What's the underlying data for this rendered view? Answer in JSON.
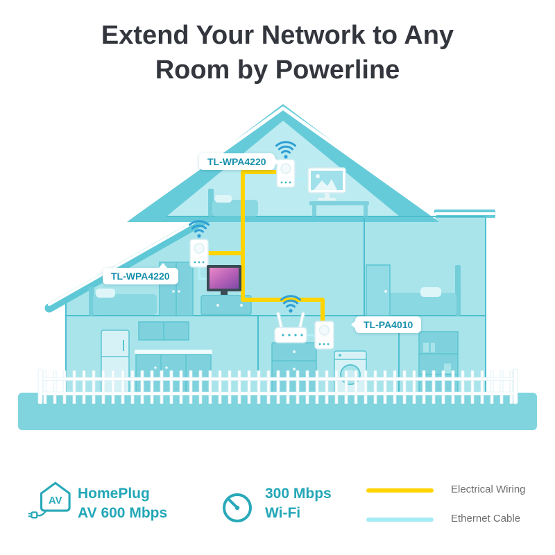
{
  "title": {
    "line1": "Extend Your Network to Any",
    "line2": "Room by Powerline"
  },
  "house": {
    "devices": [
      {
        "id": "attic-extender",
        "label": "TL-WPA4220"
      },
      {
        "id": "second-floor-extender",
        "label": "TL-WPA4220"
      },
      {
        "id": "ground-floor-adapter",
        "label": "TL-PA4010"
      }
    ]
  },
  "legend": {
    "homeplug": {
      "icon": "homeplug-av-icon",
      "icon_text": "AV",
      "line1": "HomePlug",
      "line2": "AV 600 Mbps"
    },
    "wifi": {
      "icon": "speedometer-icon",
      "line1": "300 Mbps",
      "line2": "Wi-Fi"
    },
    "wiring": {
      "electrical": "Electrical Wiring",
      "ethernet": "Ethernet Cable"
    }
  },
  "colors": {
    "accent_teal": "#29A9B9",
    "house_fill": "#A9E4EB",
    "roof_fill": "#66CBD9",
    "wifi_signal_blue": "#2E9FD4",
    "electrical_wiring_yellow": "#FFD400",
    "ethernet_cable_cyan": "#A5ECF5",
    "label_text_teal": "#1791AC",
    "legend_gray_text": "#6E6E6E",
    "title_text": "#33363D"
  }
}
